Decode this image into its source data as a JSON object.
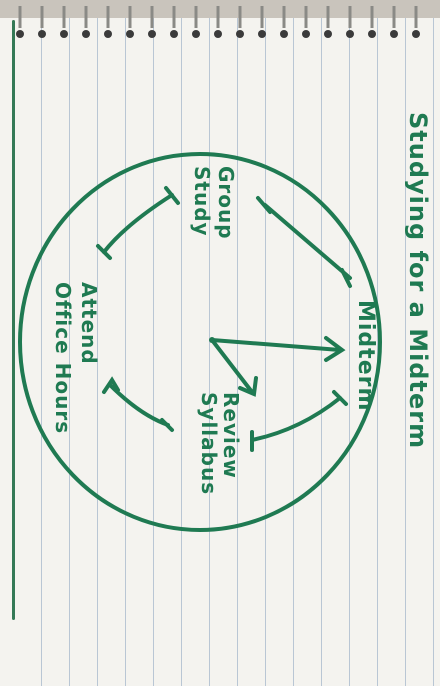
{
  "title": "Studying for a Midterm",
  "nodes": {
    "midterm": "Midterm",
    "review_syllabus": "Review\nSyllabus",
    "attend_office_hours": "Attend\nOffice Hours",
    "group_study": "Group\nStudy"
  },
  "colors": {
    "ink": "#1f7a52",
    "paper": "#f4f3ef",
    "rule": "#b9c6d4"
  }
}
